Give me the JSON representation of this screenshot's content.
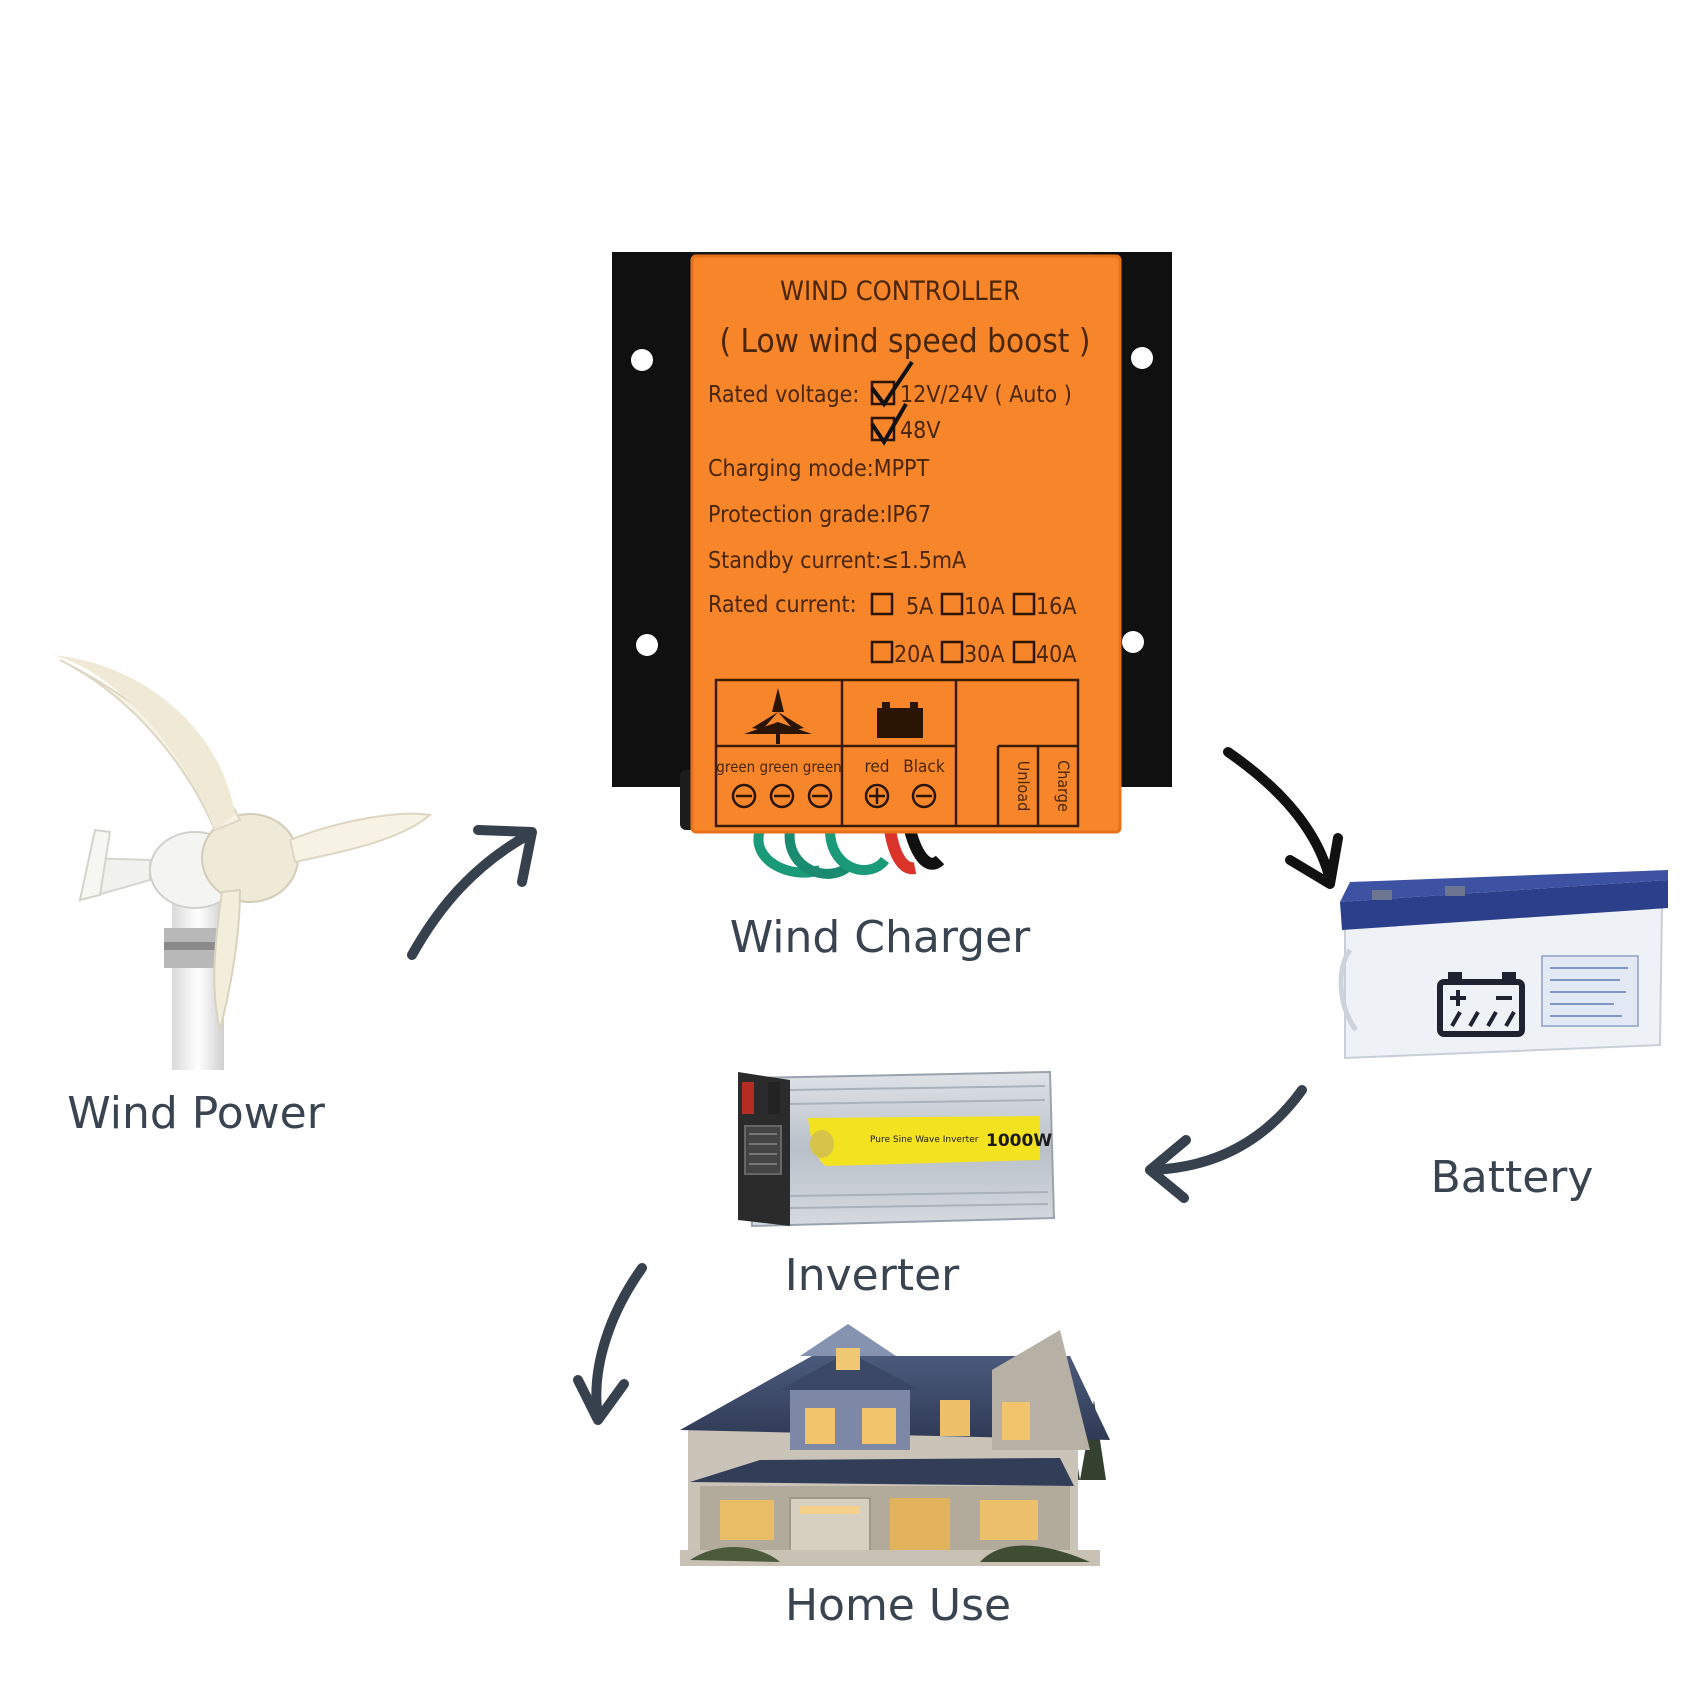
{
  "nodes": {
    "wind_power": "Wind Power",
    "wind_charger": "Wind Charger",
    "battery": "Battery",
    "inverter": "Inverter",
    "home_use": "Home Use"
  },
  "controller": {
    "title": "WIND CONTROLLER",
    "subtitle": "( Low wind speed boost )",
    "rated_voltage_label": "Rated voltage:",
    "voltage_option_1": "12V/24V ( Auto )",
    "voltage_option_2": "48V",
    "charging_mode": "Charging mode:MPPT",
    "protection_grade": "Protection grade:IP67",
    "standby_current": "Standby current:≤1.5mA",
    "rated_current_label": "Rated current:",
    "current_options": [
      "5A",
      "10A",
      "16A",
      "20A",
      "30A",
      "40A"
    ],
    "terminal_wind_labels": "green green green",
    "terminal_battery_labels": [
      "red",
      "Black"
    ],
    "terminal_unload": "Unload",
    "terminal_charge": "Charge"
  },
  "battery_icon": "battery-icon",
  "inverter_plate": {
    "product": "Pure Sine Wave Inverter",
    "rating": "1000W"
  },
  "colors": {
    "controller_orange": "#f7862a",
    "controller_frame": "#1a1a1a",
    "arrow_dark": "#36414d",
    "arrow_black": "#111111",
    "battery_lid": "#2c3f8a",
    "battery_body": "#eef1f6",
    "label_text": "#3a4450"
  }
}
